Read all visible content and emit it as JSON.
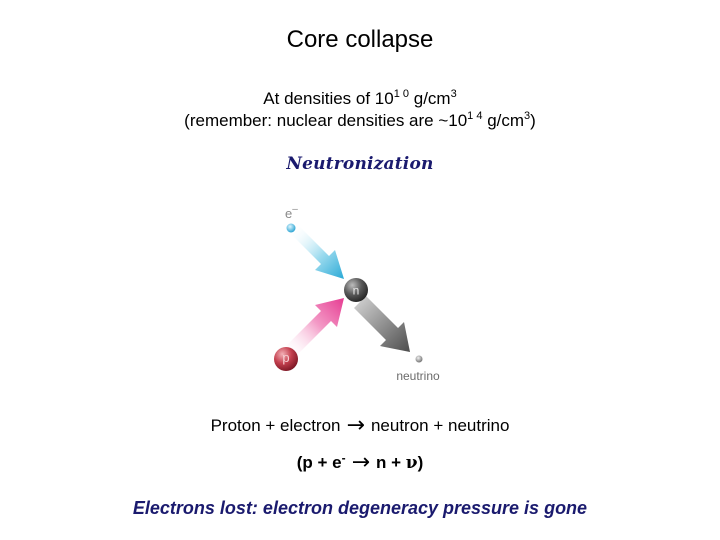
{
  "title": "Core collapse",
  "density_line": {
    "prefix": "At densities of 10",
    "exponent": "1 0",
    "unit": " g/cm",
    "unit_exponent": "3"
  },
  "nuclear_line": {
    "prefix": "(remember: nuclear densities are ~10",
    "exponent": "1 4",
    "unit": " g/cm",
    "unit_exponent": "3",
    "suffix": ")"
  },
  "subheading": "Neutronization",
  "diagram": {
    "electron_label": "e",
    "electron_charge": "–",
    "neutron_label": "n",
    "proton_label": "p",
    "neutrino_label": "neutrino",
    "colors": {
      "electron_arrow": "#3cb4d8",
      "proton_arrow": "#e84a9a",
      "neutrino_arrow": "#6b6b6b",
      "neutron": "#555555",
      "proton": "#c0394a"
    }
  },
  "equation_words": {
    "left": "Proton + electron",
    "arrow": "→",
    "right": "neutron + neutrino"
  },
  "equation_symbols": {
    "left": "(p + e",
    "charge": "-",
    "arrow": "→",
    "right_prefix": "n + ",
    "nu": "ν",
    "right_suffix": ")"
  },
  "conclusion": "Electrons lost: electron degeneracy pressure is gone"
}
